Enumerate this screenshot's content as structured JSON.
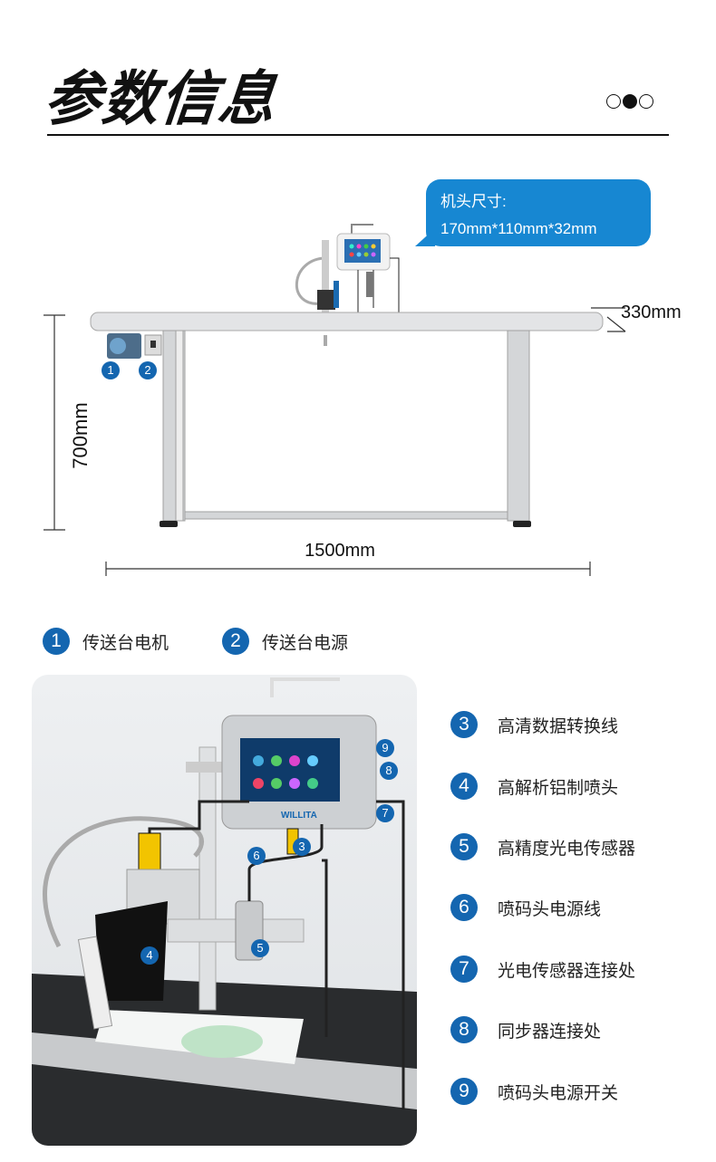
{
  "header": {
    "title": "参数信息",
    "page_dots": {
      "total": 3,
      "active": 2
    }
  },
  "callout": {
    "label": "机头尺寸:",
    "value": "170mm*110mm*32mm"
  },
  "dimensions": {
    "height": "700mm",
    "width": "1500mm",
    "depth": "330mm"
  },
  "legend_top": [
    {
      "num": "1",
      "label": "传送台电机"
    },
    {
      "num": "2",
      "label": "传送台电源"
    }
  ],
  "features": [
    {
      "num": "3",
      "label": "高清数据转换线"
    },
    {
      "num": "4",
      "label": "高解析铝制喷头"
    },
    {
      "num": "5",
      "label": "高精度光电传感器"
    },
    {
      "num": "6",
      "label": "喷码头电源线"
    },
    {
      "num": "7",
      "label": "光电传感器连接处"
    },
    {
      "num": "8",
      "label": "同步器连接处"
    },
    {
      "num": "9",
      "label": "喷码头电源开关"
    }
  ],
  "photo": {
    "brand": "WILLITA"
  },
  "colors": {
    "accent": "#1466b0",
    "bubble": "#1787d2"
  }
}
